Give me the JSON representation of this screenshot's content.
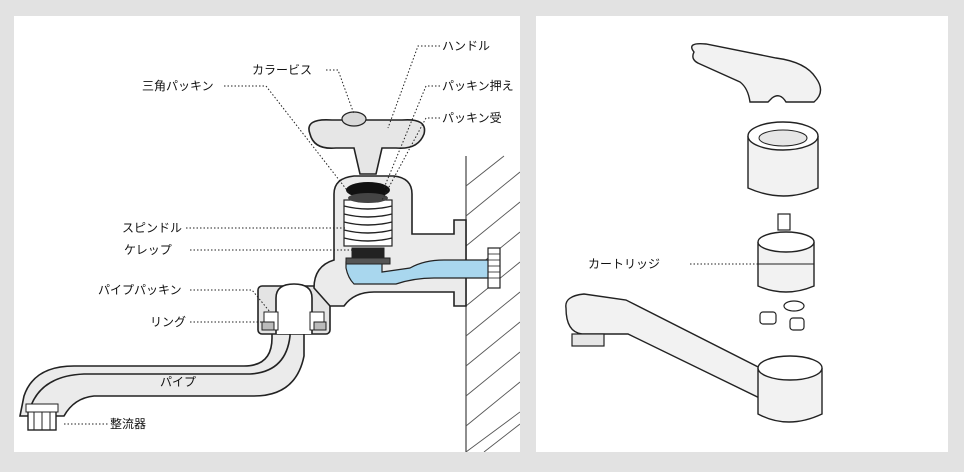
{
  "faucet_diagram": {
    "labels": {
      "color_screw": "カラービス",
      "handle": "ハンドル",
      "triangle_packing": "三角パッキン",
      "packing_retainer": "パッキン押え",
      "packing_seat": "パッキン受",
      "spindle": "スピンドル",
      "kerep": "ケレップ",
      "pipe_packing": "パイプパッキン",
      "ring": "リング",
      "pipe": "パイプ",
      "aerator": "整流器"
    }
  },
  "mixer_diagram": {
    "labels": {
      "cartridge": "カートリッジ"
    }
  },
  "colors": {
    "water": "#a9d7ee",
    "body_fill": "#e9e9e9",
    "outline": "#222222"
  }
}
